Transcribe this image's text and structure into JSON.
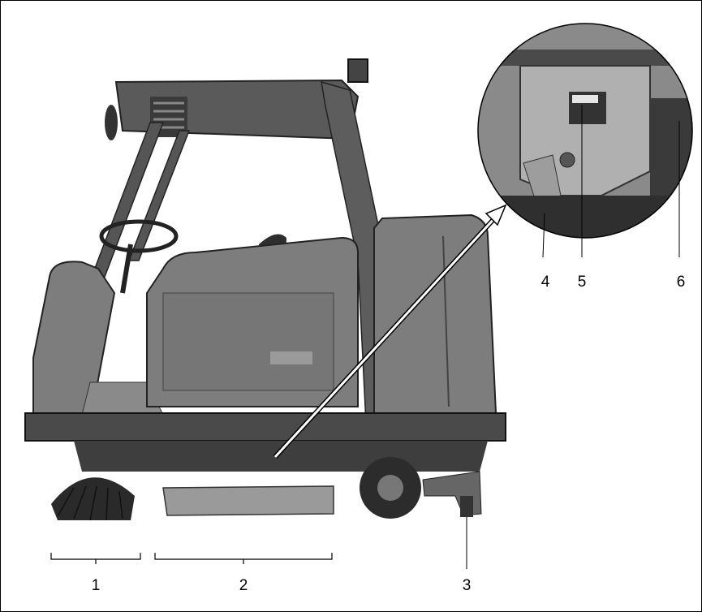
{
  "callouts": {
    "brush": "1",
    "scrub_deck": "2",
    "squeegee": "3",
    "detail_4": "4",
    "detail_5": "5",
    "detail_6": "6"
  },
  "palette": {
    "frame": "#000000",
    "machine_body": "#7d7d7d",
    "machine_dark": "#4a4a4a",
    "canopy": "#5a5a5a",
    "panel_light": "#9a9a9a",
    "detail_bg": "#8a8a8a",
    "arrow": "#ffffff"
  }
}
